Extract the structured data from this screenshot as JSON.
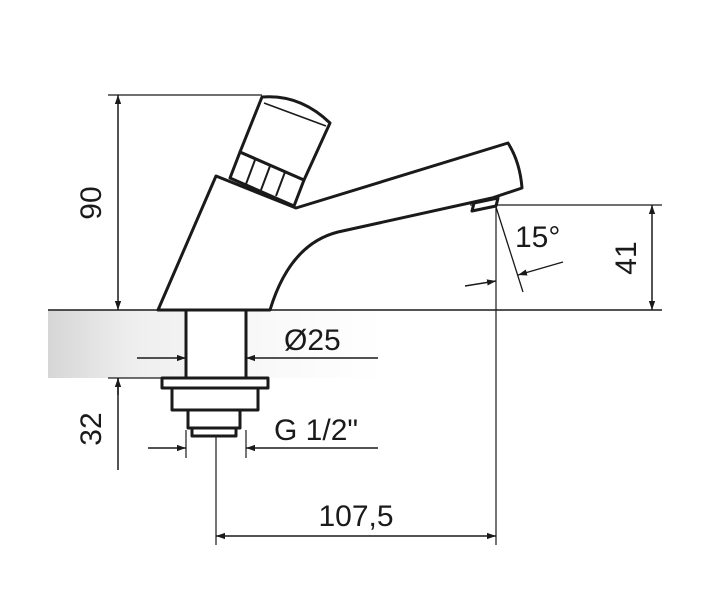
{
  "dimensions": {
    "total_height": "90",
    "base_height": "32",
    "spout_height": "41",
    "pipe_diameter": "Ø25",
    "thread": "G 1/2\"",
    "reach": "107,5",
    "angle": "15°"
  }
}
